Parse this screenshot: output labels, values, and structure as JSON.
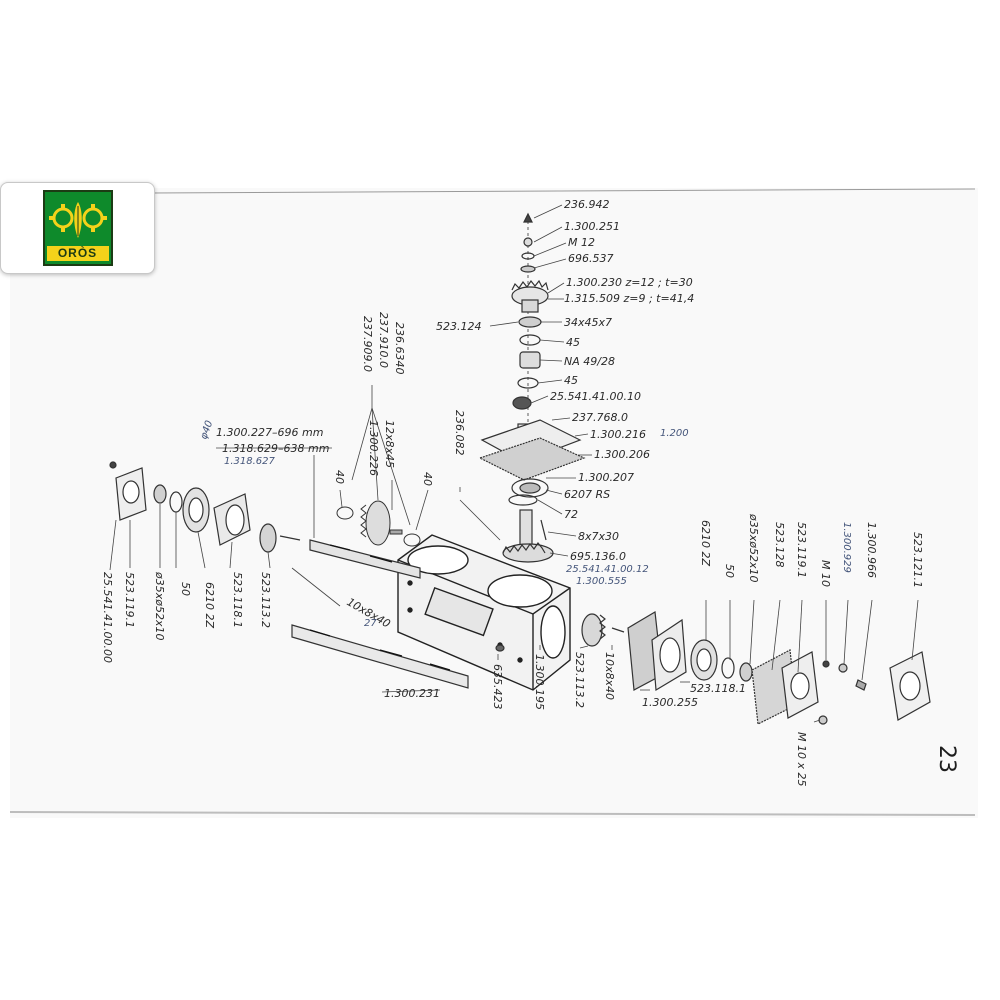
{
  "logo": {
    "text": "ORÒS",
    "colors": {
      "green": "#0e8a2b",
      "yellow": "#f4d21a",
      "dark": "#1c3b14"
    }
  },
  "page_number": "23",
  "parts": {
    "p236942": "236.942",
    "p1300251": "1.300.251",
    "pM12": "M 12",
    "p696537": "696.537",
    "p1300230": "1.300.230  z=12 ; t=30",
    "p1315509": "1.315.509  z=9 ; t=41,4",
    "p523124": "523.124",
    "p34x45x7": "34x45x7",
    "p45a": "45",
    "pNA4928": "NA 49/28",
    "p45b": "45",
    "p2554100": "25.541.41.00.10",
    "p2377680": "237.768.0",
    "p1300216": "1.300.216",
    "p1300206": "1.300.206",
    "p1300207": "1.300.207",
    "p6207RS": "6207 RS",
    "p72": "72",
    "p8x7x30": "8x7x30",
    "p6951360": "695.136.0",
    "p2554114": "25.541.41.00.12",
    "p1300555": "1.300.555",
    "p236082": "236.082",
    "p2366340": "236.6340",
    "p2379100": "237.910.0",
    "p2379090": "237.909.0",
    "p12x8x45": "12x8x45",
    "p1300226": "1.300.226",
    "p40a": "40",
    "p40b": "40",
    "p1300227": "1.300.227–696 mm",
    "p1318629": "1.318.629–638 mm",
    "p1300227hand": "1.318.627",
    "pphi40": "φ40",
    "p2554141000": "25.541.41.00.00",
    "p5231191a": "523.119.1",
    "p35x52a": "ø35xø52x10",
    "p50a": "50",
    "p6210a": "6210 2Z",
    "p5231181a": "523.118.1",
    "p5231132a": "523.113.2",
    "p10x8x40a": "10x8x40",
    "p1300231": "1.300.231",
    "p635423": "635.423",
    "p1300195": "1.300.195",
    "p5231132b": "523.113.2",
    "p10x8x40b": "10x8x40",
    "p1300255": "1.300.255",
    "p5231181b": "523.118.1",
    "p6210b": "6210 2Z",
    "p50b": "50",
    "p35x52b": "ø35xø52x10",
    "p523128": "523.128",
    "p5231191b": "523.119.1",
    "pM10": "M 10",
    "p1300929": "1.300.929",
    "p1300966": "1.300.966",
    "p5231211": "523.121.1",
    "pM10x25": "M 10 x 25",
    "phand1": "1.200",
    "phand27": "27"
  }
}
